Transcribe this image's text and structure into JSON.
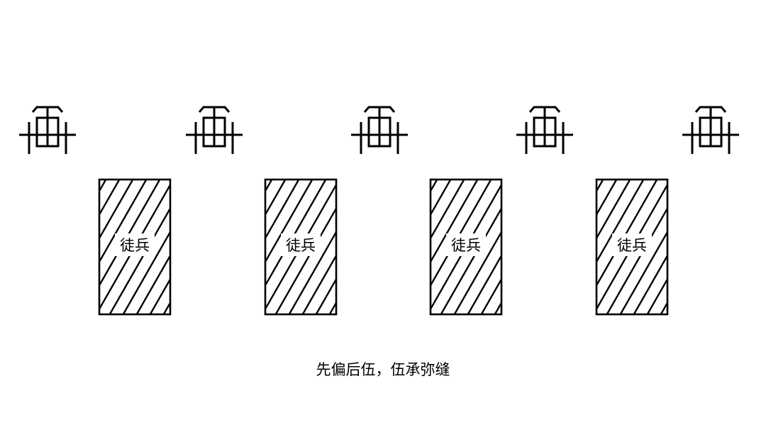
{
  "diagram": {
    "chariot_count": 5,
    "infantry_blocks": [
      {
        "label": "徒兵"
      },
      {
        "label": "徒兵"
      },
      {
        "label": "徒兵"
      },
      {
        "label": "徒兵"
      }
    ],
    "caption": "先偏后伍，伍承弥缝",
    "colors": {
      "stroke": "#000000",
      "background": "#ffffff"
    }
  }
}
